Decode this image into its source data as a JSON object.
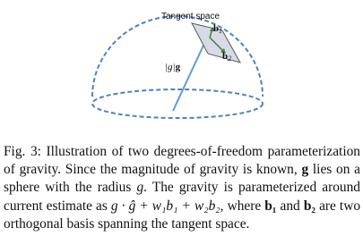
{
  "figure": {
    "tangent_label": "Tangent space",
    "b1_label": "b",
    "b1_sub": "1",
    "b2_label": "b",
    "b2_sub": "2",
    "g_label_prefix": "|g|",
    "g_label_vec": "g",
    "colors": {
      "sphere_dashed": "#4f81bd",
      "vector": "#5b9bd5",
      "plane_fill": "#d7dbe6",
      "plane_stroke": "#595959",
      "tangent_arrows": "#3f7f3f"
    }
  },
  "caption": {
    "t1": "Fig. 3: Illustration of two degrees-of-freedom parameterization of gravity. Since the magnitude of gravity is known, ",
    "g1": "g",
    "t2": " lies on a sphere with the radius ",
    "g2": "g",
    "t3": ". The gravity is parameterized around current estimate as ",
    "formula": "g · ĝ + w₁b₁ + w₂b₂",
    "t4": ", where ",
    "b1": "b₁",
    "t5": " and ",
    "b2": "b₂",
    "t6": " are two orthogonal basis spanning the tangent space."
  }
}
